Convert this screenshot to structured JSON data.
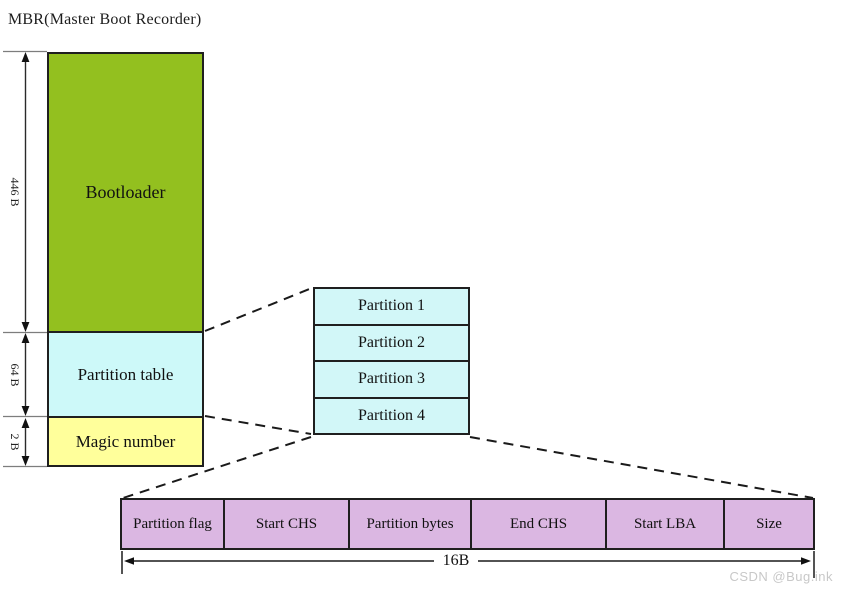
{
  "title": "MBR(Master Boot Recorder)",
  "stack": {
    "sections": [
      {
        "label": "Bootloader",
        "size_label": "446 B",
        "color": "#93C01F"
      },
      {
        "label": "Partition table",
        "size_label": "64 B",
        "color": "#CDF9F9"
      },
      {
        "label": "Magic number",
        "size_label": "2 B",
        "color": "#FFFF9B"
      }
    ]
  },
  "partitions": {
    "items": [
      {
        "label": "Partition 1"
      },
      {
        "label": "Partition 2"
      },
      {
        "label": "Partition 3"
      },
      {
        "label": "Partition 4"
      }
    ]
  },
  "record": {
    "fields": [
      {
        "label": "Partition flag"
      },
      {
        "label": "Start CHS"
      },
      {
        "label": "Partition bytes"
      },
      {
        "label": "End CHS"
      },
      {
        "label": "Start LBA"
      },
      {
        "label": "Size"
      }
    ],
    "total_label": "16B",
    "field_row_color": "#DBB7E2"
  },
  "watermark": "CSDN @Bug.ink",
  "colors": {
    "bootloader_green": "#93C01F",
    "partition_cyan": "#CDF9F9",
    "magic_yellow": "#FFFF9B",
    "record_purple": "#DBB7E2",
    "border_black": "#1F1F1F",
    "dimension_gray": "#7D7D7D",
    "watermark_gray": "#C8C8C8"
  }
}
